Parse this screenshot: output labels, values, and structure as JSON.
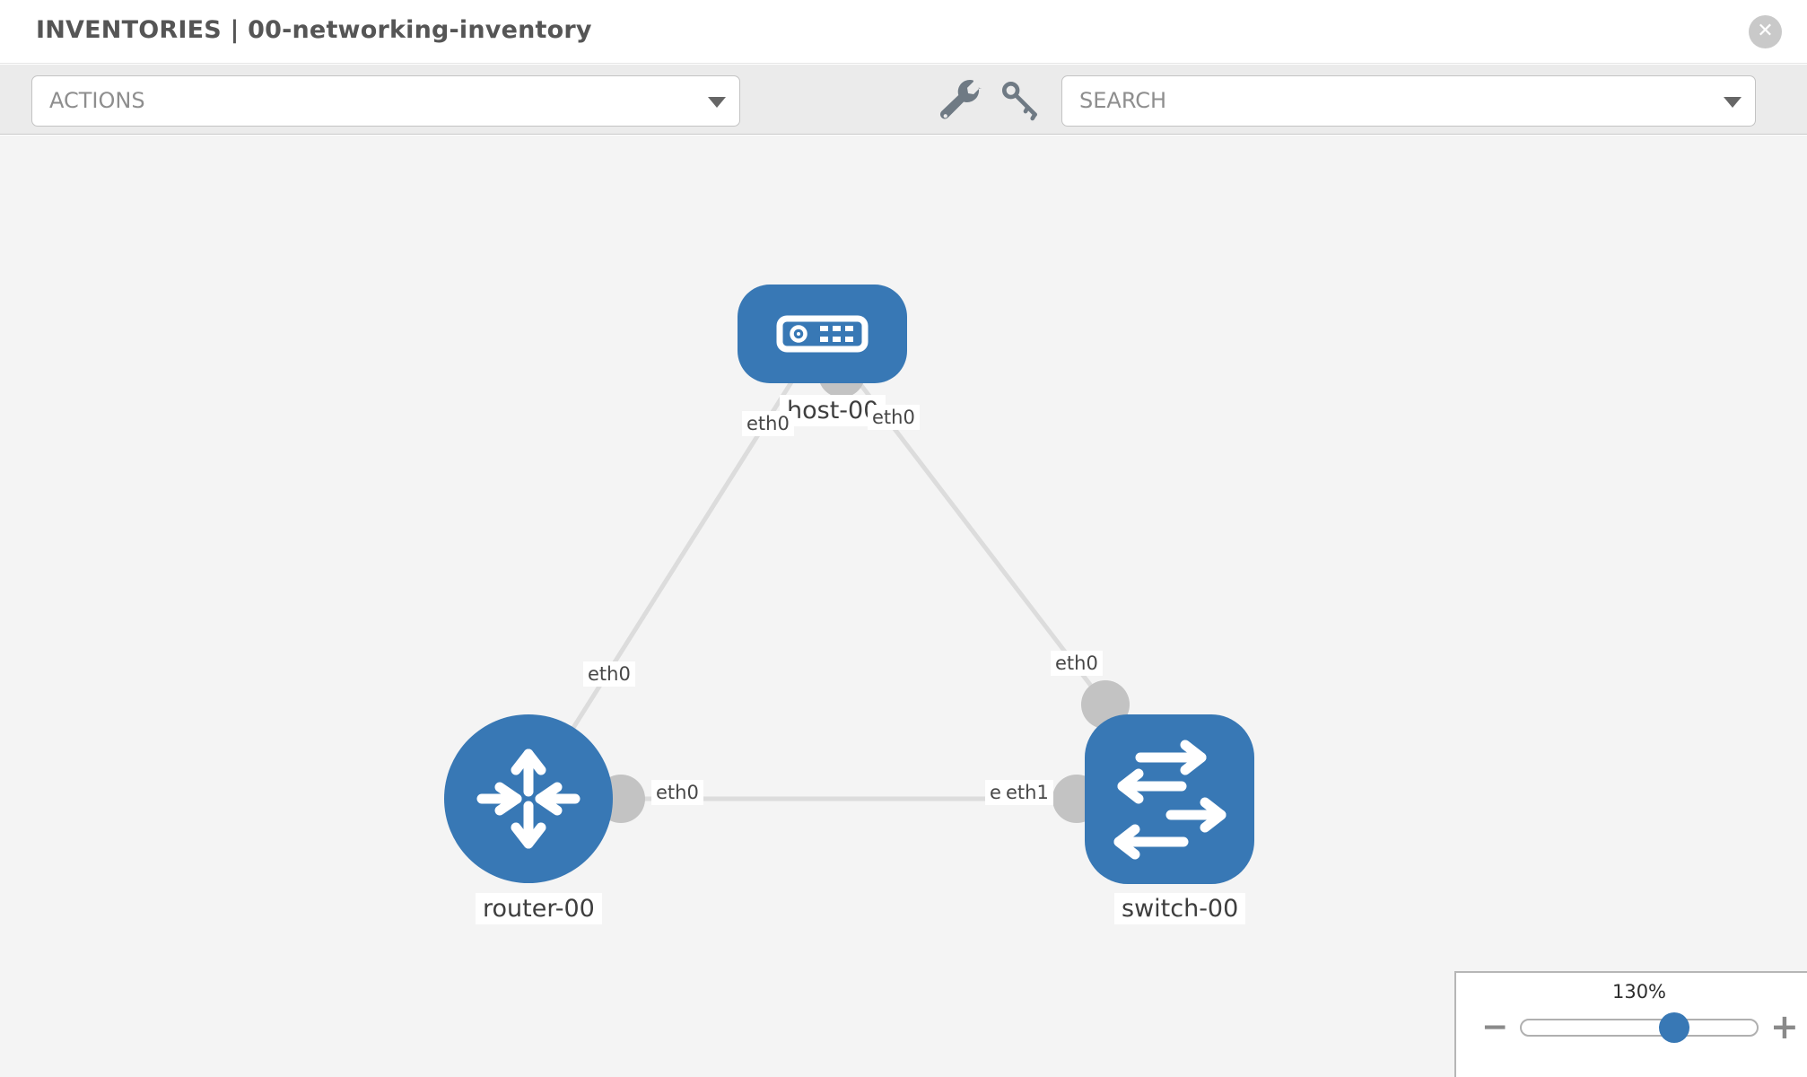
{
  "header": {
    "title": "INVENTORIES | 00-networking-inventory",
    "close_icon": "x-circle-icon"
  },
  "toolbar": {
    "actions_label": "ACTIONS",
    "search_label": "SEARCH",
    "icons": [
      "wrench-icon",
      "key-icon",
      "caret-down-icon"
    ]
  },
  "graph": {
    "nodes": [
      {
        "id": "host-00",
        "label": "host-00",
        "type": "host",
        "shape": "rounded-rect"
      },
      {
        "id": "router-00",
        "label": "router-00",
        "type": "router",
        "shape": "circle"
      },
      {
        "id": "switch-00",
        "label": "switch-00",
        "type": "switch",
        "shape": "rounded-square"
      }
    ],
    "links": [
      {
        "from": "host-00",
        "to": "router-00",
        "from_interface": "eth0",
        "to_interface": "eth0"
      },
      {
        "from": "host-00",
        "to": "switch-00",
        "from_interface": "eth0",
        "to_interface": "eth0"
      },
      {
        "from": "router-00",
        "to": "switch-00",
        "from_interface": "eth0",
        "to_interface": "eth1"
      }
    ],
    "interface_labels": {
      "host_to_router": "eth0",
      "host_to_switch": "eth0",
      "router_to_host": "eth0",
      "switch_to_host": "eth0",
      "router_to_switch": "eth0",
      "switch_to_router_hidden": "eth0",
      "switch_to_router": "eth1"
    }
  },
  "zoom_control": {
    "value": "130%",
    "percent": 66,
    "minus_label": "−",
    "plus_label": "+"
  },
  "colors": {
    "node_blue": "#3878b5",
    "connector_gray": "#c3c3c3",
    "link_gray": "#dcdcdc",
    "toolbar_bg": "#ebebeb",
    "canvas_bg": "#f4f4f4"
  }
}
